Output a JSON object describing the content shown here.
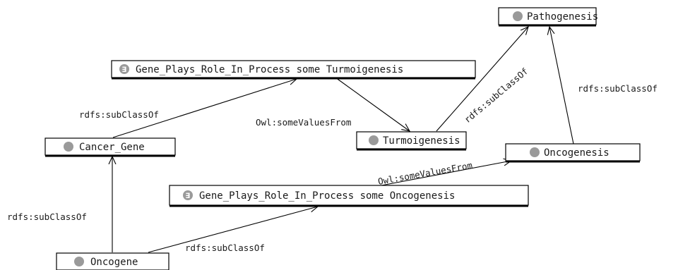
{
  "nodes": {
    "pathogenesis": {
      "label": "Pathogenesis",
      "kind": "class"
    },
    "restriction_turmoigenesis": {
      "label": "Gene_Plays_Role_In_Process some Turmoigenesis",
      "kind": "restriction",
      "icon_glyph": "∃"
    },
    "turmoigenesis": {
      "label": "Turmoigenesis",
      "kind": "class"
    },
    "cancer_gene": {
      "label": "Cancer_Gene",
      "kind": "class"
    },
    "oncogenesis": {
      "label": "Oncogenesis",
      "kind": "class"
    },
    "restriction_oncogenesis": {
      "label": "Gene_Plays_Role_In_Process some Oncogenesis",
      "kind": "restriction",
      "icon_glyph": "∃"
    },
    "oncogene": {
      "label": "Oncogene",
      "kind": "class"
    }
  },
  "edges": {
    "cancer_gene_to_restriction_turmoigenesis": {
      "label": "rdfs:subClassOf"
    },
    "restriction_turmoigenesis_to_turmoigenesis": {
      "label": "Owl:someValuesFrom"
    },
    "turmoigenesis_to_pathogenesis": {
      "label": "rdfs:subClassOf"
    },
    "oncogenesis_to_pathogenesis": {
      "label": "rdfs:subClassOf"
    },
    "restriction_oncogenesis_to_oncogenesis": {
      "label": "Owl:someValuesFrom"
    },
    "oncogene_to_cancer_gene": {
      "label": "rdfs:subClassOf"
    },
    "oncogene_to_restriction_oncogenesis": {
      "label": "rdfs:subClassOf"
    }
  },
  "colors": {
    "stroke": "#000000",
    "icon_fill": "#9a9a9a",
    "text": "#1a1a1a"
  }
}
